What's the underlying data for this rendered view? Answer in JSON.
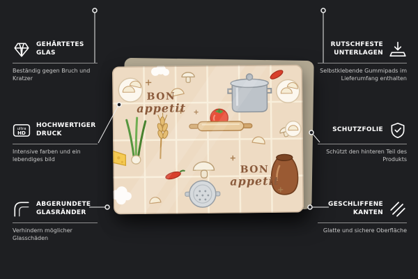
{
  "theme": {
    "background": "#1e1f22",
    "text": "#ffffff",
    "muted_text": "#c8c8c8",
    "connector_line": "#ececec",
    "board_background": "#eedbc3",
    "backing_board": "#b3a993",
    "pattern_text_color": "#8a5a3b"
  },
  "product": {
    "name": "glass-kitchen-board",
    "pattern_text_1": {
      "line1": "BON",
      "line2": "appetit"
    },
    "pattern_text_2": {
      "line1": "BON",
      "line2": "appetit"
    }
  },
  "callouts": {
    "left": [
      {
        "icon": "diamond-icon",
        "title": "GEHÄRTETES GLAS",
        "desc": "Beständig gegen Bruch und Kratzer"
      },
      {
        "icon": "ultra-hd-icon",
        "icon_text_top": "ultra",
        "icon_text_bottom": "HD",
        "title": "HOCHWERTIGER DRUCK",
        "desc": "Intensive farben und ein lebendiges bild"
      },
      {
        "icon": "rounded-corner-icon",
        "title": "ABGERUNDETE GLASRÄNDER",
        "desc": "Verhindern möglicher Glasschäden"
      }
    ],
    "right": [
      {
        "icon": "anti-slip-pad-icon",
        "title": "RUTSCHFESTE UNTERLAGEN",
        "desc": "Selbstklebende Gummipads im Lieferumfang enthalten"
      },
      {
        "icon": "shield-check-icon",
        "title": "SCHUTZFOLIE",
        "desc": "Schützt den hinteren Teil des Produkts"
      },
      {
        "icon": "polished-edges-icon",
        "title": "GESCHLIFFENE KANTEN",
        "desc": "Glatte und sichere Oberfläche"
      }
    ]
  }
}
